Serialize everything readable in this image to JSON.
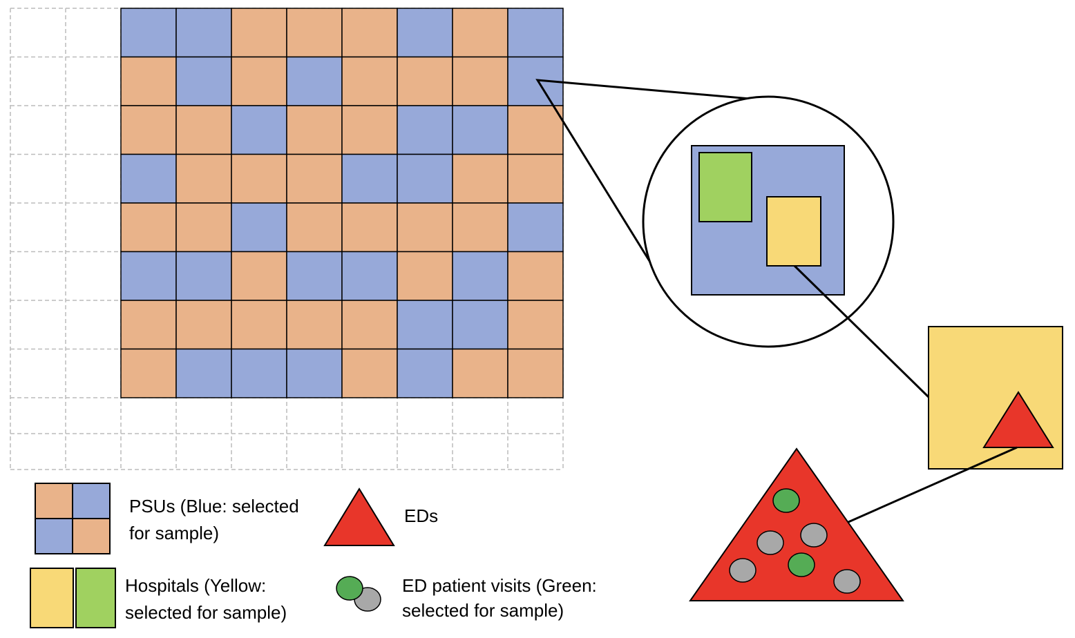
{
  "colors": {
    "blue": "#97A9D9",
    "orange": "#E9B38A",
    "yellow": "#F8D977",
    "green": "#A0D160",
    "red": "#E8362A",
    "visit_green": "#55AC55",
    "visit_gray": "#A8A8A8",
    "dashed_gray": "#BBBBBB"
  },
  "grid": {
    "rows": [
      "BBOOOBOB",
      "OBOBOOOB",
      "OOBOOBBO",
      "BOOOBBOO",
      "OOBOOOOB",
      "BBOBBOBO",
      "OOOOOBBO",
      "OBBBOBOO"
    ]
  },
  "legend": {
    "psus_line1": "PSUs (Blue: selected",
    "psus_line2": "for sample)",
    "eds": "EDs",
    "hospitals_line1": "Hospitals (Yellow:",
    "hospitals_line2": "selected for sample)",
    "visits_line1": "ED patient visits (Green:",
    "visits_line2": "selected for sample)"
  },
  "icons": {
    "ed": "red-triangle",
    "visit": "patient-visit-dots"
  }
}
